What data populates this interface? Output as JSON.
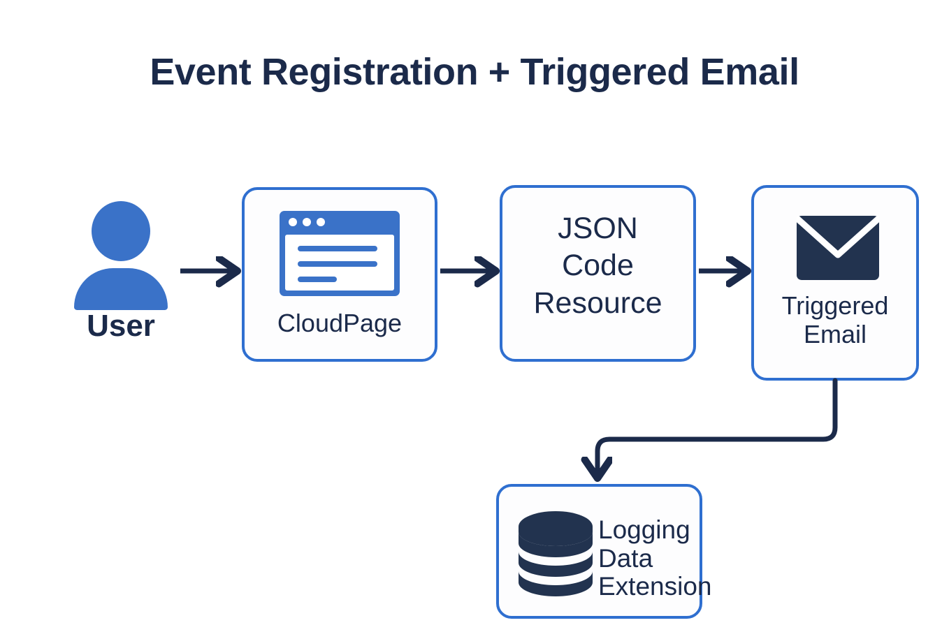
{
  "title": "Event Registration + Triggered Email",
  "colors": {
    "accent_blue": "#2f6fd0",
    "icon_blue": "#3a72c8",
    "navy": "#1b2a4a",
    "background": "#ffffff"
  },
  "nodes": {
    "user": {
      "label": "User",
      "icon": "person-icon"
    },
    "cloudpage": {
      "label": "CloudPage",
      "icon": "browser-window-icon"
    },
    "json": {
      "label_line1": "JSON",
      "label_line2": "Code",
      "label_line3": "Resource"
    },
    "email": {
      "label_line1": "Triggered",
      "label_line2": "Email",
      "icon": "envelope-icon"
    },
    "logging": {
      "label_line1": "Logging",
      "label_line2": "Data",
      "label_line3": "Extension",
      "icon": "database-icon"
    }
  },
  "connectors": [
    {
      "name": "user-to-cloudpage",
      "from": "user",
      "to": "cloudpage",
      "style": "straight-arrow"
    },
    {
      "name": "cloudpage-to-json",
      "from": "cloudpage",
      "to": "json",
      "style": "straight-arrow"
    },
    {
      "name": "json-to-email",
      "from": "json",
      "to": "email",
      "style": "straight-arrow"
    },
    {
      "name": "email-to-logging",
      "from": "email",
      "to": "logging",
      "style": "elbow-arrow"
    }
  ]
}
